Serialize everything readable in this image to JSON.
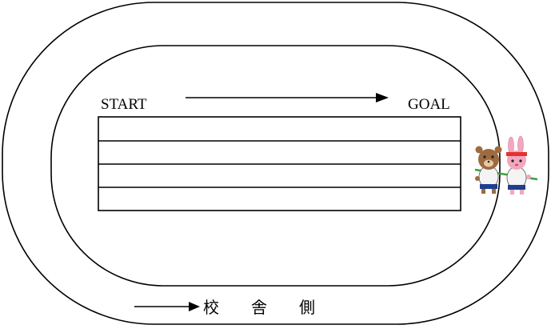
{
  "diagram": {
    "start_label": "START",
    "goal_label": "GOAL",
    "building_side_label": "校　　舎　　側",
    "lane_count": 4,
    "illustration": {
      "icon": "bear-and-rabbit-runners",
      "colors": {
        "bear": "#9c6b3f",
        "rabbit": "#f2a7bf",
        "headband": "#e0332f",
        "shorts": "#1d3f8f",
        "tape": "#3aa13a"
      }
    },
    "colors": {
      "lines": "#000000",
      "background": "#ffffff"
    }
  }
}
